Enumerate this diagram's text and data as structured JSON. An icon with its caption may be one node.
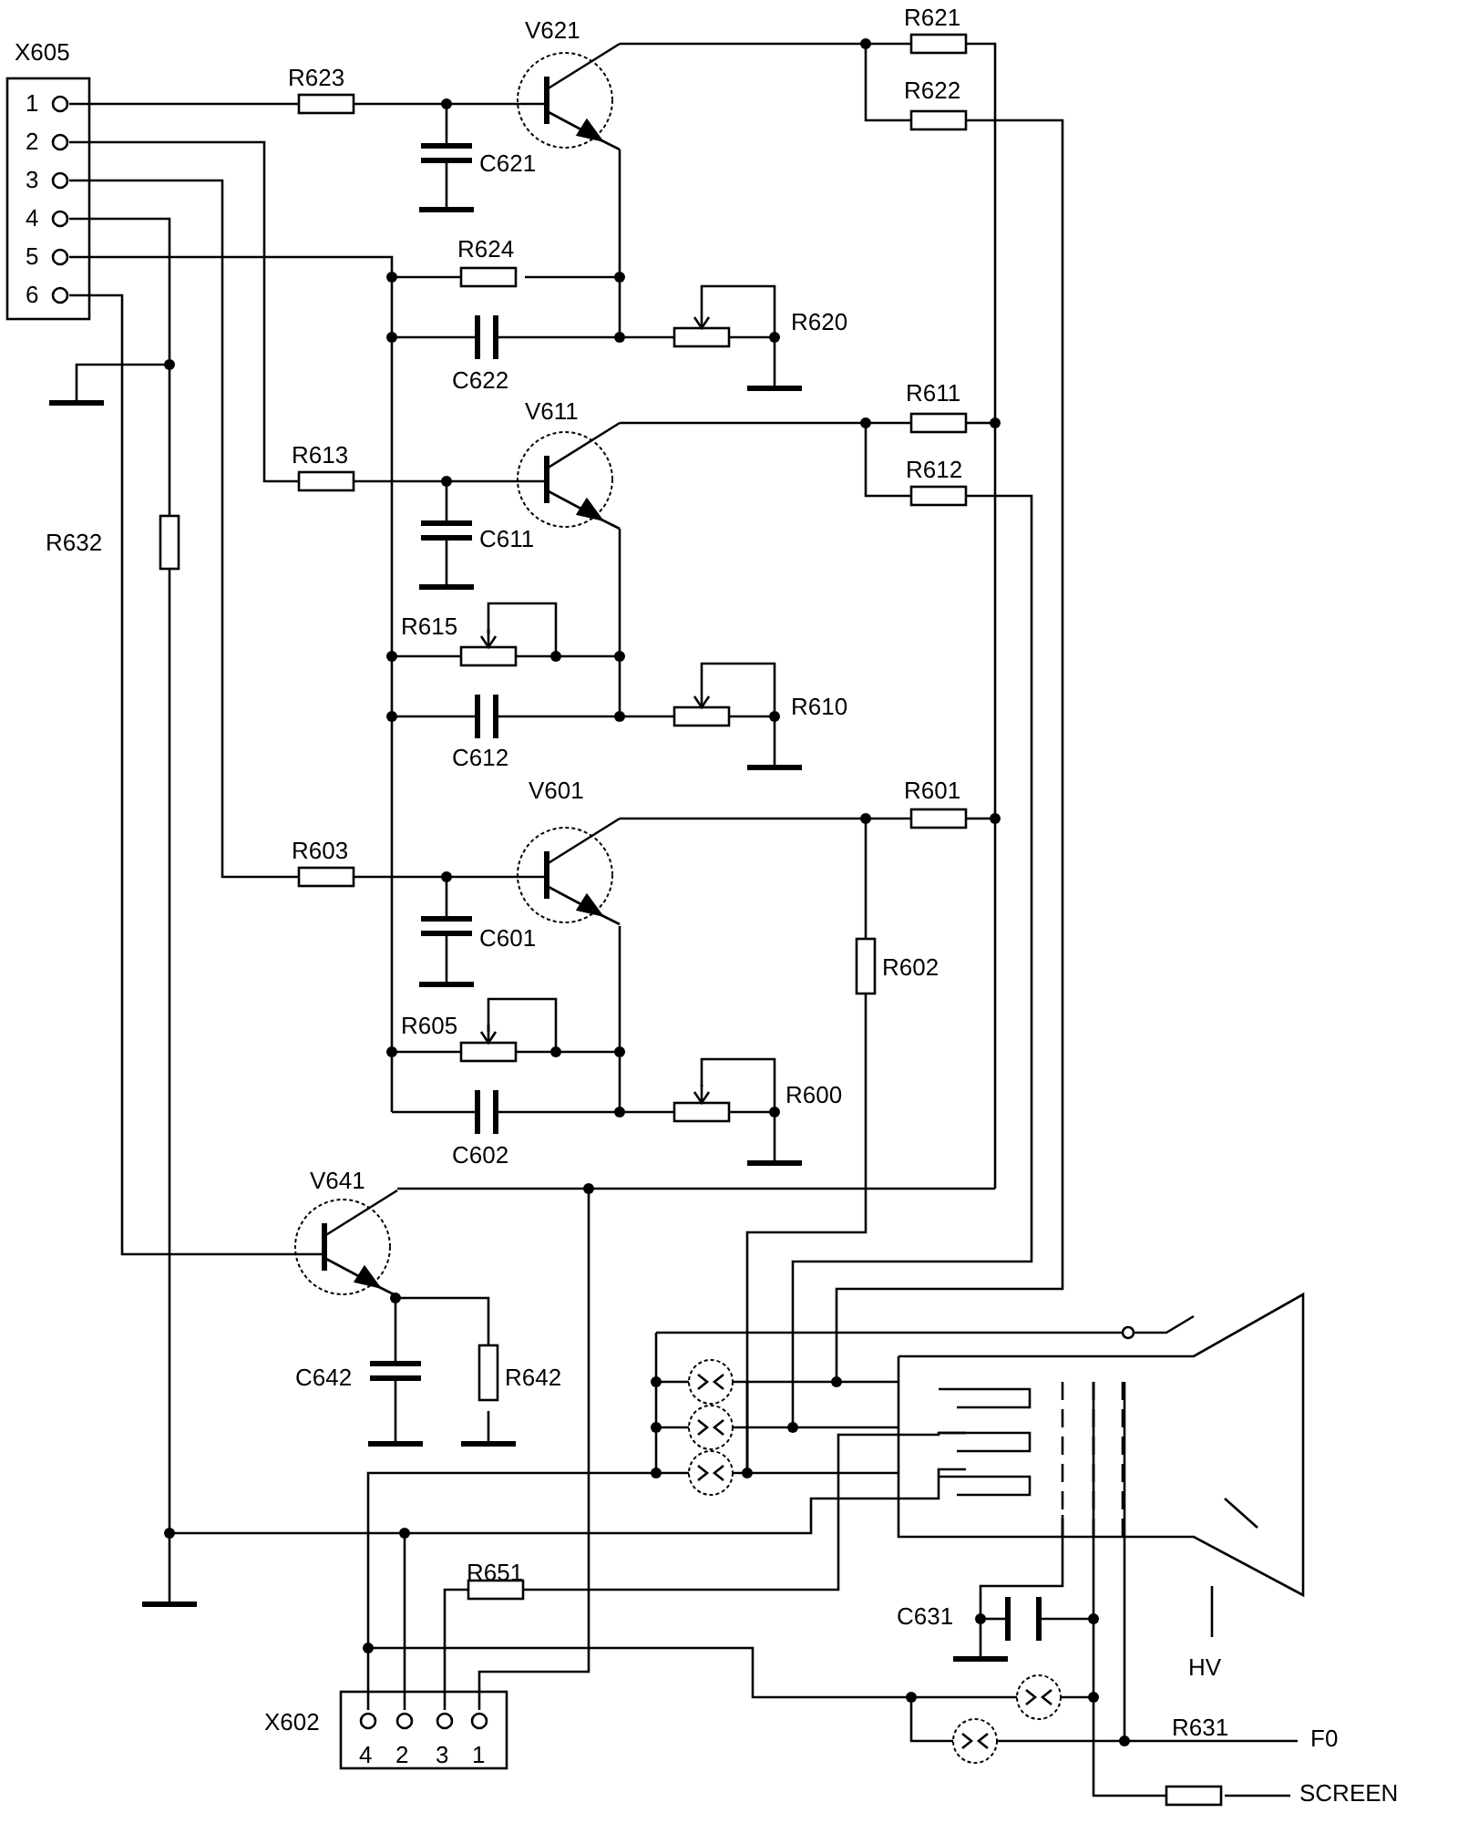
{
  "diagram": {
    "labels": [
      "X605",
      "1",
      "2",
      "3",
      "4",
      "5",
      "6",
      "R623",
      "V621",
      "C621",
      "R621",
      "R622",
      "R624",
      "R620",
      "C622",
      "V611",
      "R611",
      "R613",
      "R612",
      "C611",
      "R615",
      "R610",
      "C612",
      "V601",
      "R601",
      "R603",
      "C601",
      "R602",
      "R605",
      "R600",
      "C602",
      "V641",
      "C642",
      "R642",
      "R632",
      "R651",
      "C631",
      "HV",
      "X602",
      "4",
      "2",
      "3",
      "1",
      "R631",
      "F0",
      "SCREEN"
    ]
  }
}
